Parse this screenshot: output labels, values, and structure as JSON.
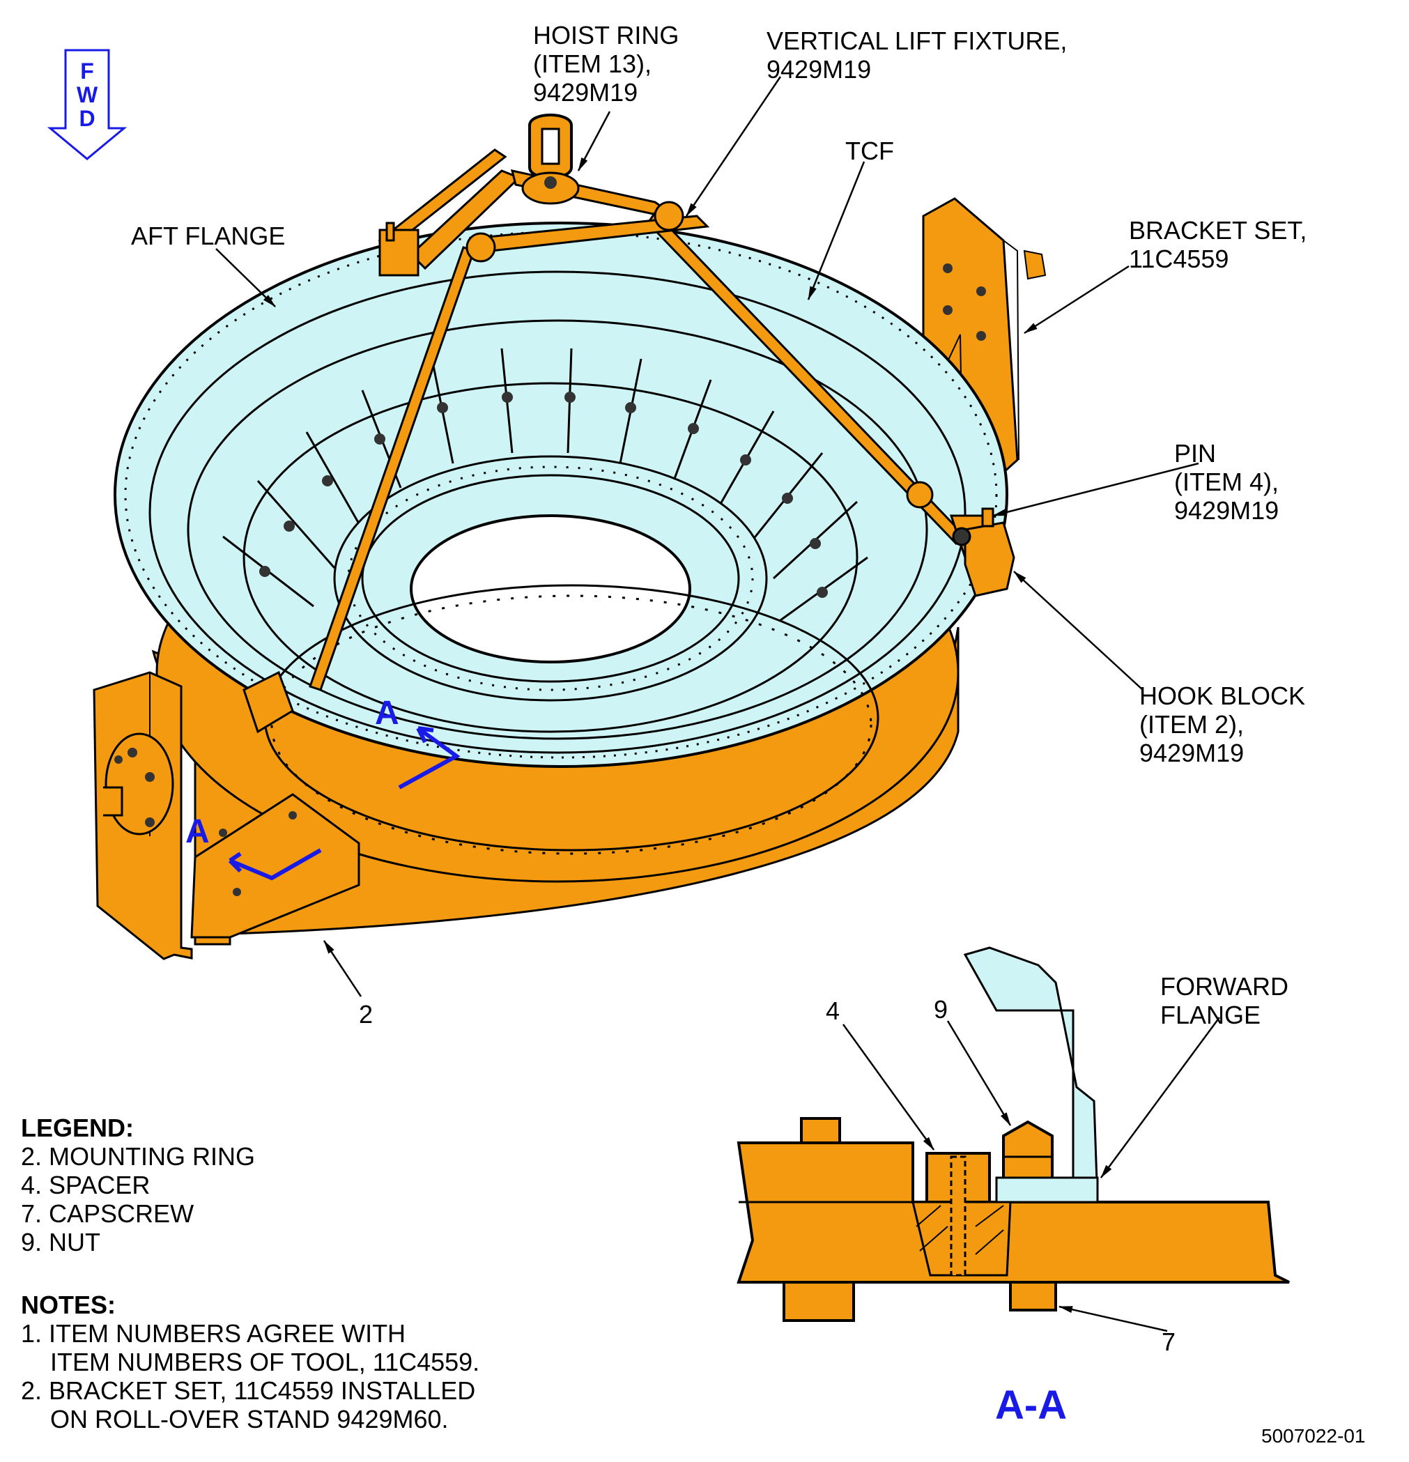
{
  "labels": {
    "fwd": [
      "F",
      "W",
      "D"
    ],
    "hoist_ring": [
      "HOIST RING",
      "(ITEM 13),",
      "9429M19"
    ],
    "vertical_lift_fixture": [
      "VERTICAL LIFT FIXTURE,",
      "9429M19"
    ],
    "tcf": "TCF",
    "aft_flange": "AFT FLANGE",
    "bracket_set": [
      "BRACKET SET,",
      "11C4559"
    ],
    "pin": [
      "PIN",
      "(ITEM 4),",
      "9429M19"
    ],
    "hook_block": [
      "HOOK BLOCK",
      "(ITEM 2),",
      "9429M19"
    ],
    "forward_flange": [
      "FORWARD",
      "FLANGE"
    ],
    "callout_2": "2",
    "callout_4": "4",
    "callout_9": "9",
    "callout_7": "7",
    "section_marker": "A",
    "section_title": "A-A",
    "figure_number": "5007022-01"
  },
  "legend": {
    "title": "LEGEND:",
    "items": [
      "2. MOUNTING RING",
      "4. SPACER",
      "7. CAPSCREW",
      "9. NUT"
    ]
  },
  "notes": {
    "title": "NOTES:",
    "items": [
      [
        "1. ITEM NUMBERS AGREE WITH",
        "ITEM NUMBERS OF TOOL, 11C4559."
      ],
      [
        "2. BRACKET SET, 11C4559 INSTALLED",
        "ON ROLL-OVER STAND 9429M60."
      ]
    ]
  },
  "colors": {
    "tooling_orange": "#f39a10",
    "part_cyan": "#cff4f6",
    "outline": "#000000",
    "section_blue": "#1a1ae6"
  },
  "icons": [
    "fwd-arrow-icon",
    "section-view-arrow-icon"
  ]
}
